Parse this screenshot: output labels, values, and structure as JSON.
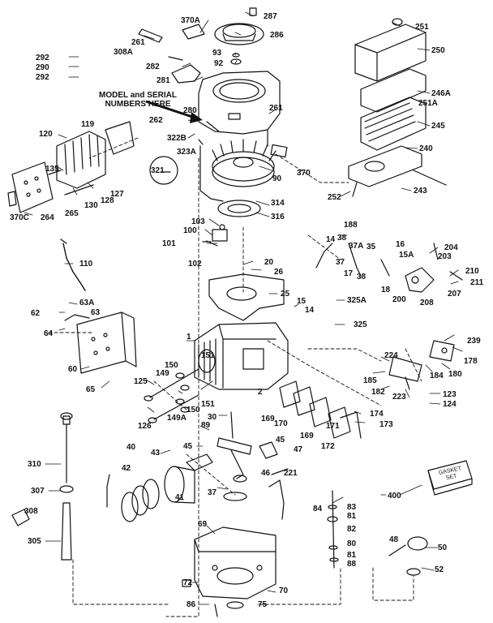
{
  "note": "MODEL and SERIAL NUMBERS HERE",
  "gasket_set": "GASKET SET",
  "callouts": {
    "p370A": "370A",
    "p287": "287",
    "p286": "286",
    "p261a": "261",
    "p308A": "308A",
    "p93": "93",
    "p92": "92",
    "p282": "282",
    "p281": "281",
    "p292a": "292",
    "p290": "290",
    "p292b": "292",
    "p251": "251",
    "p250": "250",
    "p246A": "246A",
    "p251A": "251A",
    "p245": "245",
    "p240": "240",
    "p252": "252",
    "p243": "243",
    "p261b": "261",
    "p280": "280",
    "p262": "262",
    "p322B": "322B",
    "p323A": "323A",
    "p321": "321",
    "p90": "90",
    "p370": "370",
    "p314": "314",
    "p316": "316",
    "p119": "119",
    "p120": "120",
    "p135": "135",
    "p127": "127",
    "p128": "128",
    "p130": "130",
    "p370C": "370C",
    "p264": "264",
    "p265": "265",
    "p110": "110",
    "p103": "103",
    "p100": "100",
    "p101": "101",
    "p102": "102",
    "p20": "20",
    "p26": "26",
    "p25": "25",
    "p15": "15",
    "p14a": "14",
    "p63A": "63A",
    "p62": "62",
    "p63": "63",
    "p64": "64",
    "p60": "60",
    "p65": "65",
    "p1": "1",
    "p2": "2",
    "p151a": "151",
    "p150a": "150",
    "p149": "149",
    "p125": "125",
    "p150b": "150",
    "p151b": "151",
    "p149A": "149A",
    "p126": "126",
    "p30": "30",
    "p89": "89",
    "p169a": "169",
    "p170": "170",
    "p169b": "169",
    "p171": "171",
    "p172": "172",
    "p174": "174",
    "p173": "173",
    "p40": "40",
    "p43": "43",
    "p42": "42",
    "p45a": "45",
    "p45b": "45",
    "p47": "47",
    "p46": "46",
    "p41": "41",
    "p37": "37",
    "p221": "221",
    "p310": "310",
    "p307": "307",
    "p308": "308",
    "p305": "305",
    "p69": "69",
    "p72": "72",
    "p70": "70",
    "p86": "86",
    "p75": "75",
    "p84": "84",
    "p83": "83",
    "p81a": "81",
    "p82": "82",
    "p80": "80",
    "p81b": "81",
    "p88": "88",
    "p48": "48",
    "p50": "50",
    "p52": "52",
    "p400": "400",
    "p188": "188",
    "p14b": "14",
    "p38a": "38",
    "p37A": "37A",
    "p35": "35",
    "p16": "16",
    "p204": "204",
    "p37b": "37",
    "p17": "17",
    "p38b": "38",
    "p15A": "15A",
    "p203": "203",
    "p210": "210",
    "p211": "211",
    "p18": "18",
    "p200": "200",
    "p208": "208",
    "p207": "207",
    "p325A": "325A",
    "p325": "325",
    "p224": "224",
    "p239": "239",
    "p178": "178",
    "p185": "185",
    "p184": "184",
    "p180": "180",
    "p182": "182",
    "p223": "223",
    "p123": "123",
    "p124": "124"
  }
}
